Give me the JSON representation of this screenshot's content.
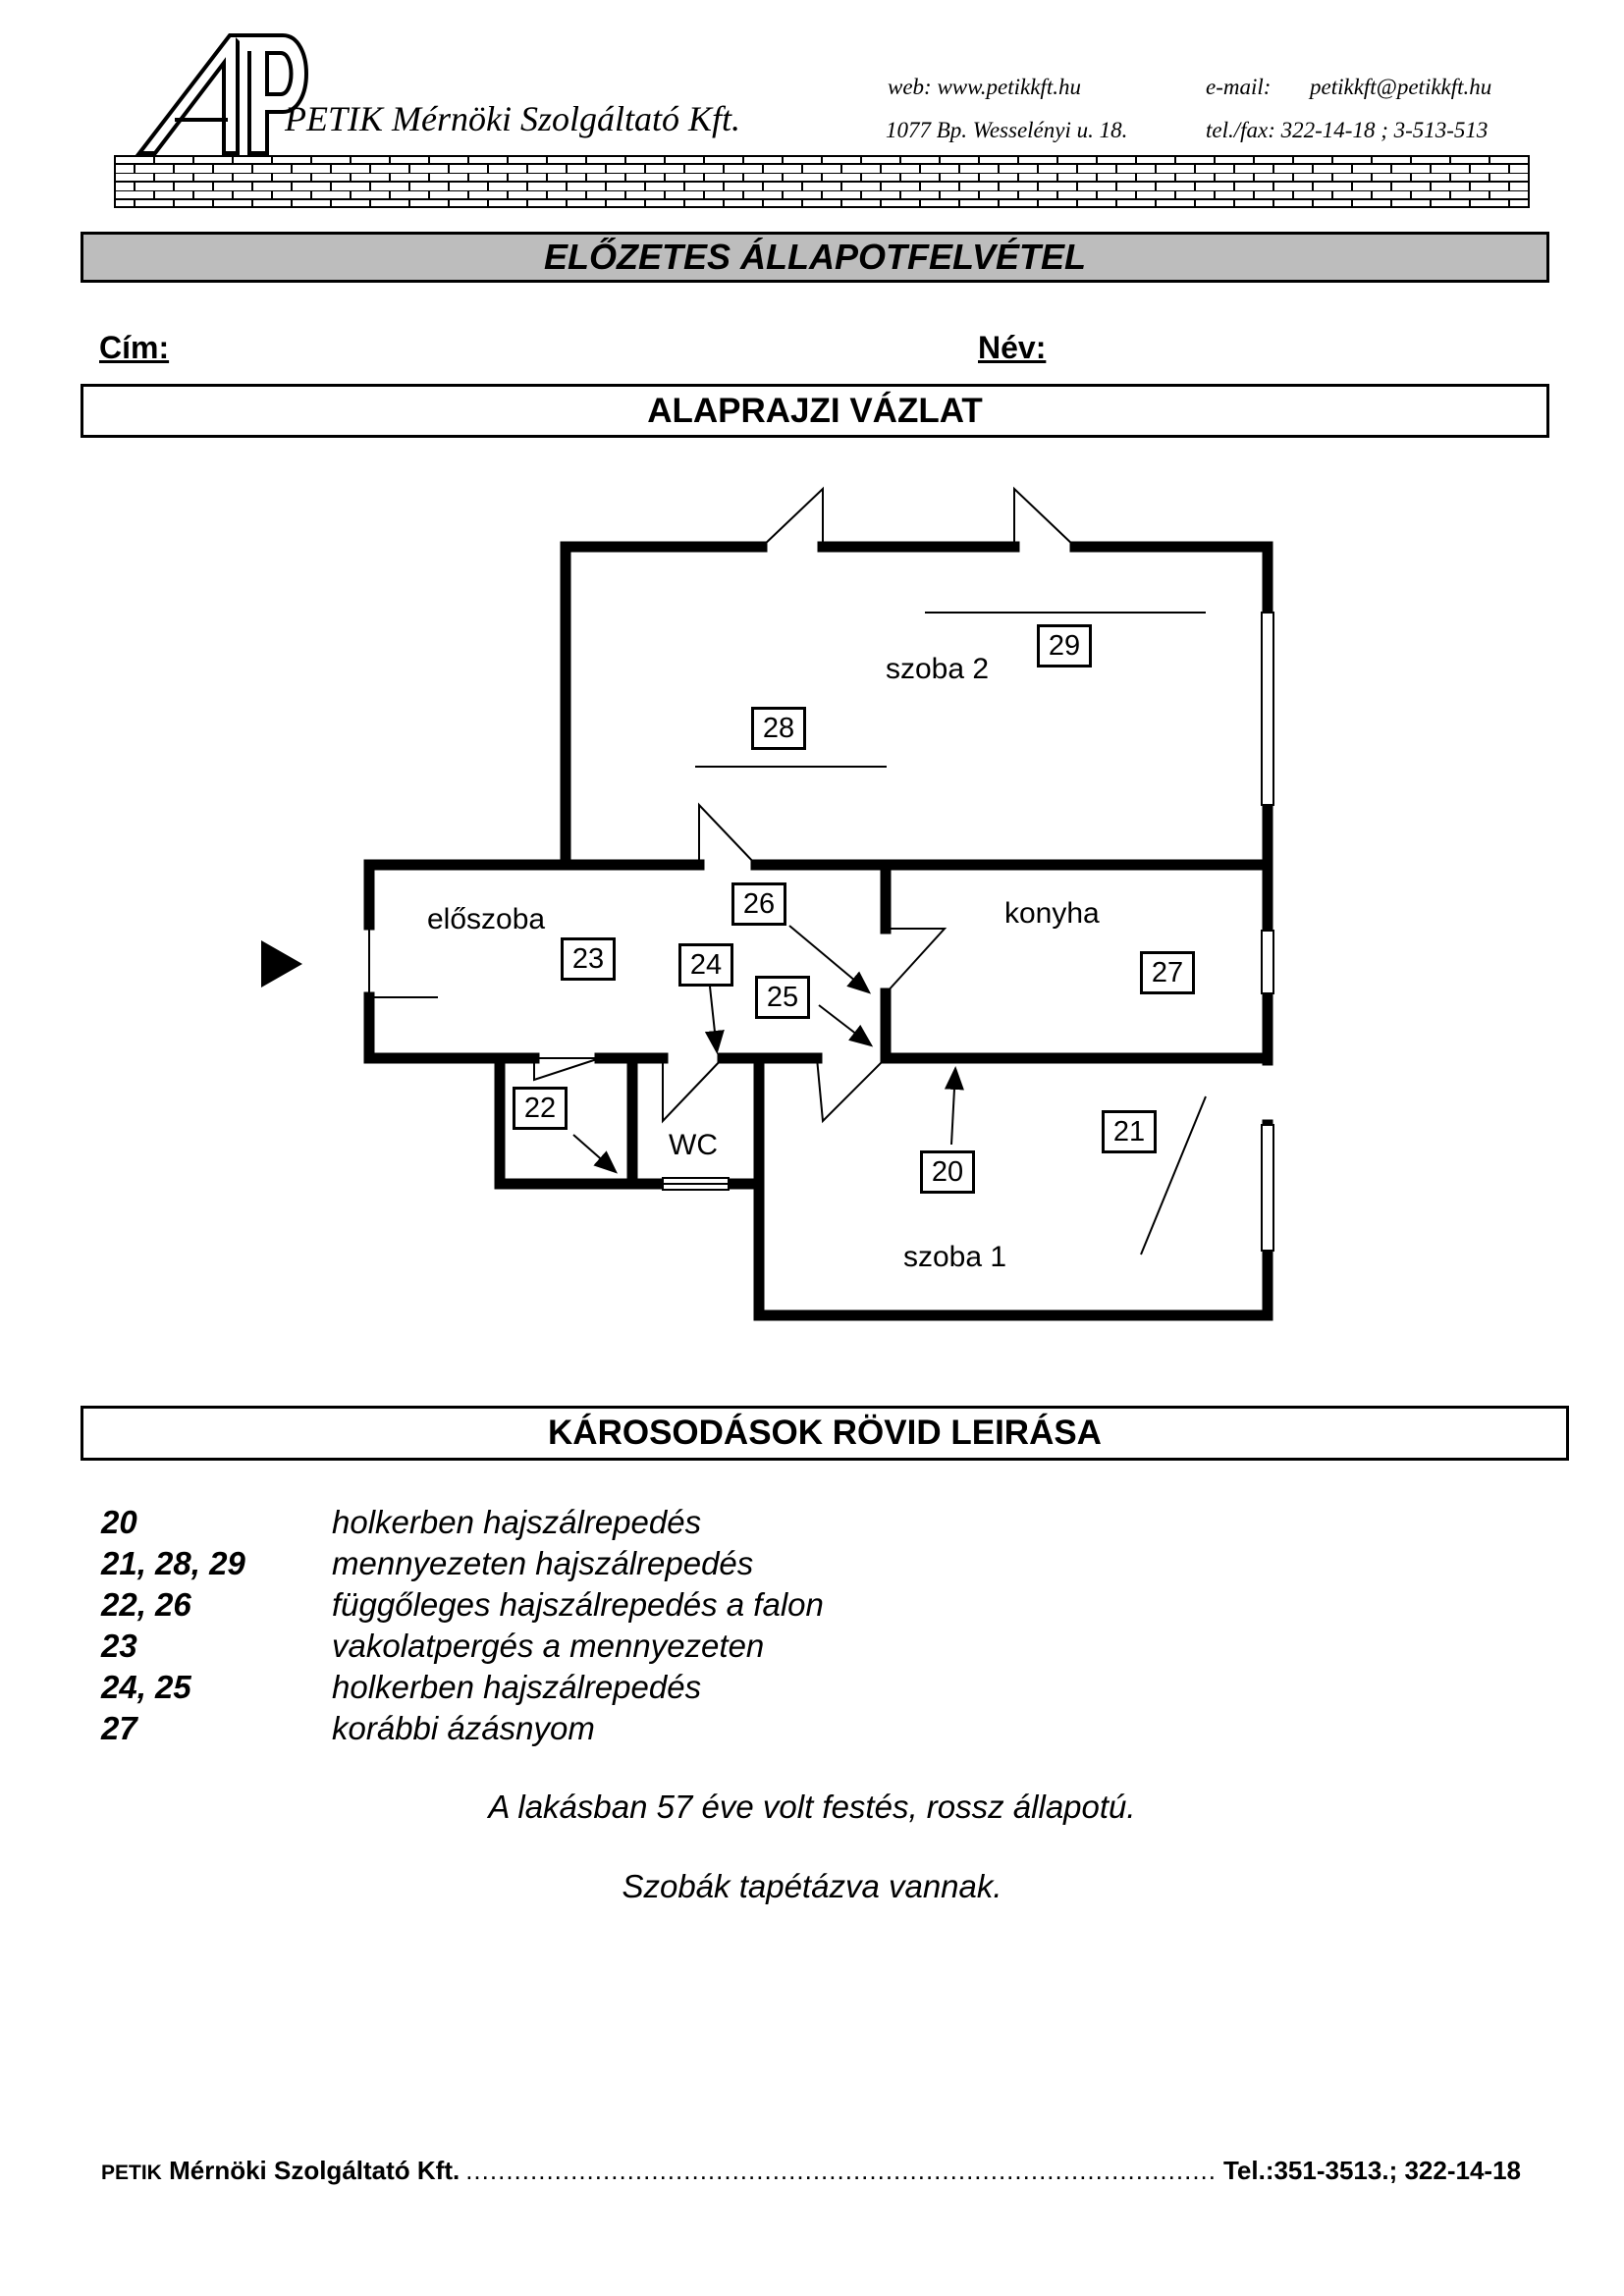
{
  "header": {
    "company_name": "PETIK Mérnöki Szolgáltató Kft.",
    "web": "web: www.petikkft.hu",
    "email_label": "e-mail:",
    "email": "petikkft@petikkft.hu",
    "address": "1077 Bp. Wesselényi u. 18.",
    "telfax": "tel./fax: 322-14-18 ; 3-513-513"
  },
  "form": {
    "title": "ELŐZETES ÁLLAPOTFELVÉTEL",
    "address_label": "Cím:",
    "name_label": "Név:"
  },
  "floorplan": {
    "title": "ALAPRAJZI VÁZLAT",
    "rooms": {
      "szoba2": "szoba 2",
      "eloszoba": "előszoba",
      "konyha": "konyha",
      "wc": "WC",
      "szoba1": "szoba 1"
    },
    "markers": [
      "20",
      "21",
      "22",
      "23",
      "24",
      "25",
      "26",
      "27",
      "28",
      "29"
    ]
  },
  "damages": {
    "title": "KÁROSODÁSOK RÖVID LEIRÁSA",
    "items": [
      {
        "num": "20",
        "desc": "holkerben hajszálrepedés"
      },
      {
        "num": "21, 28, 29",
        "desc": "mennyezeten hajszálrepedés"
      },
      {
        "num": "22, 26",
        "desc": "függőleges hajszálrepedés a falon"
      },
      {
        "num": "23",
        "desc": "vakolatpergés a mennyezeten"
      },
      {
        "num": "24, 25",
        "desc": "holkerben hajszálrepedés"
      },
      {
        "num": "27",
        "desc": "korábbi ázásnyom"
      }
    ],
    "notes": [
      "A lakásban 57 éve volt festés, rossz állapotú.",
      "Szobák tapétázva vannak."
    ]
  },
  "footer": {
    "company_prefix": "PETIK",
    "company_rest": "Mérnöki Szolgáltató Kft.",
    "dots": "......................................................................................................",
    "phone": "Tel.:351-3513.; 322-14-18"
  }
}
